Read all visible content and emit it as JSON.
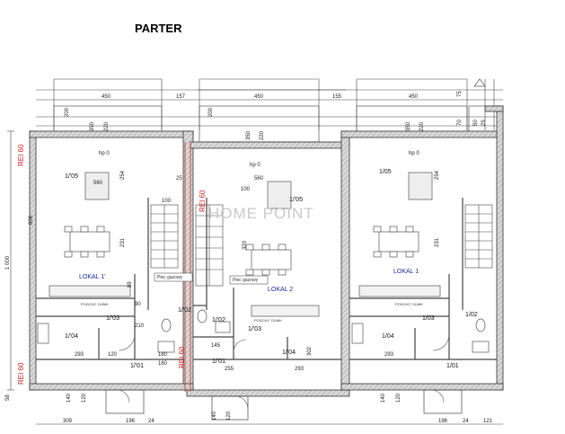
{
  "title": "PARTER",
  "watermark": {
    "main": "HOME POINT"
  },
  "fire_labels": [
    "REI 60",
    "REI 60",
    "REI 60",
    "REI 60"
  ],
  "top_dims": [
    "450",
    "157",
    "450",
    "155",
    "450",
    "75",
    "70",
    "50",
    "25"
  ],
  "depth_dims": [
    "350",
    "220",
    "350",
    "220",
    "350",
    "220",
    "200",
    "200"
  ],
  "hp_labels": [
    "hp 0",
    "hp 0",
    "hp 0"
  ],
  "room_codes": {
    "u1": [
      "1/'05",
      "1/'02",
      "1/'03",
      "1/'04",
      "1/'01"
    ],
    "u2": [
      "1/'05",
      "1/'02",
      "1/'03",
      "1/'04",
      "1/'01"
    ],
    "u3": [
      "1/05",
      "1/02",
      "1/03",
      "1/04",
      "1/01"
    ]
  },
  "unit_names": [
    "LOKAL 1'",
    "LOKAL 2",
    "LOKAL 1"
  ],
  "piec_labels": [
    "Piec gazowy",
    "Piec gazowy"
  ],
  "interior_dims": [
    "560",
    "254",
    "231",
    "100",
    "608",
    "89",
    "90",
    "210",
    "145",
    "293",
    "293",
    "255",
    "293",
    "180",
    "160",
    "302",
    "320",
    "120",
    "25",
    "560",
    "254",
    "231",
    "100"
  ],
  "left_dims": [
    "1 000",
    "58"
  ],
  "bottom_dims": [
    "140",
    "120",
    "309",
    "196",
    "24",
    "140",
    "120",
    "140",
    "120",
    "196",
    "24",
    "121"
  ],
  "small_labels": [
    "PODCHZ. DUMK",
    "PODCHZ. DUMK",
    "PODCHZ. DUMK"
  ]
}
